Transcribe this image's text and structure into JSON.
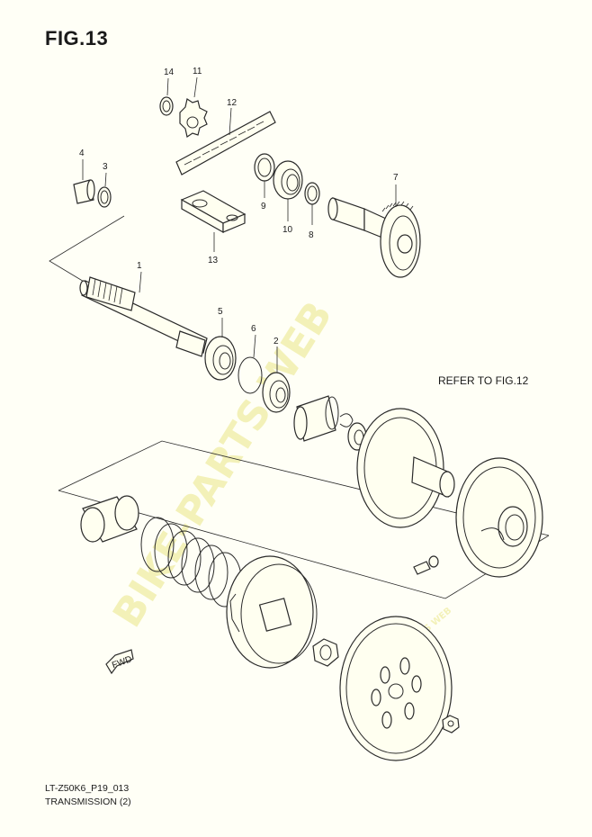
{
  "title": "FIG.13",
  "refer_note": "REFER TO FIG.12",
  "footer": {
    "line1": "LT-Z50K6_P19_013",
    "line2": "TRANSMISSION (2)"
  },
  "watermark": "BIKE-PARTS WEB",
  "watermark_small": "BIKE-PARTS WEB",
  "fwd_label": "FWD",
  "callouts": {
    "c1": "1",
    "c2": "2",
    "c3": "3",
    "c4": "4",
    "c5": "5",
    "c6": "6",
    "c7": "7",
    "c8": "8",
    "c9": "9",
    "c10": "10",
    "c11": "11",
    "c12": "12",
    "c13": "13",
    "c14": "14"
  },
  "colors": {
    "background": "#fffff6",
    "ink": "#2a2a2a",
    "watermark": "#f3f1b8"
  }
}
